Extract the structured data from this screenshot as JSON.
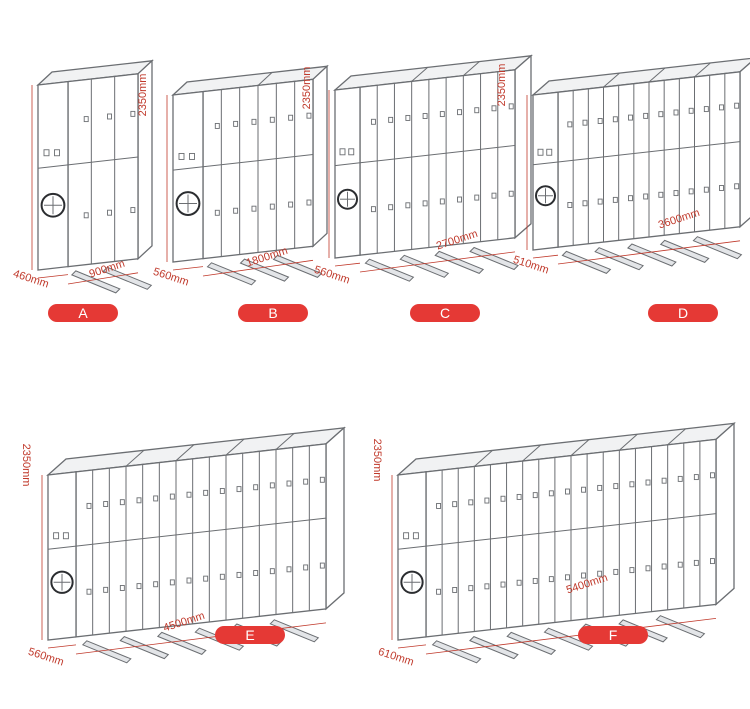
{
  "colors": {
    "accent": "#e53935",
    "dimension": "#c0392b",
    "outline": "#6b6e72"
  },
  "cabinets": [
    {
      "id": "A",
      "height": "2350mm",
      "depth": "460mm",
      "width": "900mm"
    },
    {
      "id": "B",
      "height": "2350mm",
      "depth": "560mm",
      "width": "1800mm"
    },
    {
      "id": "C",
      "height": "2350mm",
      "depth": "560mm",
      "width": "2700mm"
    },
    {
      "id": "D",
      "height": "2350mm",
      "depth": "510mm",
      "width": "3600mm"
    },
    {
      "id": "E",
      "height": "2350mm",
      "depth": "560mm",
      "width": "4500mm"
    },
    {
      "id": "F",
      "height": "2350mm",
      "depth": "610mm",
      "width": "5400mm"
    }
  ]
}
